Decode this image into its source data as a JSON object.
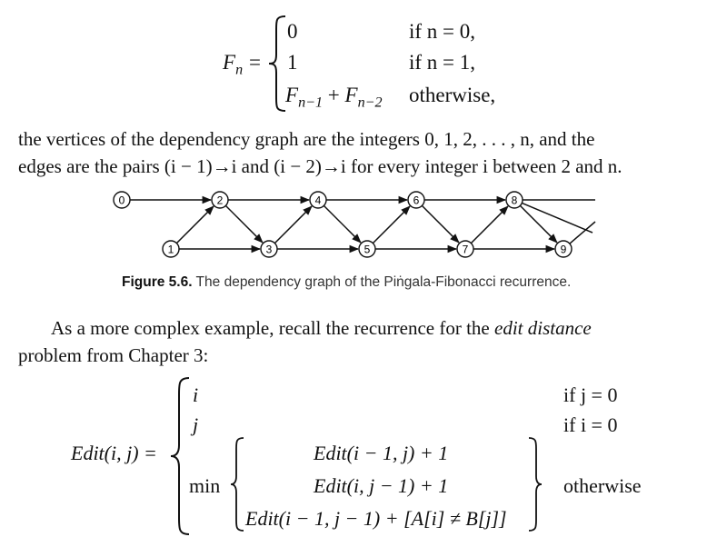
{
  "fib_recurrence": {
    "lhs_base": "F",
    "lhs_sub": "n",
    "equals": "=",
    "cases": [
      {
        "expr": "0",
        "cond": "if n = 0,"
      },
      {
        "expr": "1",
        "cond": "if n = 1,"
      },
      {
        "expr_a": "F",
        "sub_a": "n−1",
        "plus": " + ",
        "expr_b": "F",
        "sub_b": "n−2",
        "cond": "otherwise,"
      }
    ]
  },
  "paragraph1": {
    "line1": "the vertices of the dependency graph are the integers 0, 1, 2, . . . , n, and the",
    "line2": "edges are the pairs (i − 1)→i and (i − 2)→i for every integer i between 2 and n."
  },
  "graph": {
    "nodes_top": [
      "0",
      "2",
      "4",
      "6",
      "8"
    ],
    "nodes_bottom": [
      "1",
      "3",
      "5",
      "7",
      "9"
    ]
  },
  "figure_caption": {
    "label": "Figure 5.6.",
    "text": " The dependency graph of the Piṅgala-Fibonacci recurrence."
  },
  "paragraph2": {
    "line1_pre": "As a more complex example, recall the recurrence for the ",
    "line1_em": "edit distance",
    "line2": "problem from Chapter 3:"
  },
  "edit_recurrence": {
    "lhs": "Edit(i, j) =",
    "case1_expr": "i",
    "case1_cond": "if j = 0",
    "case2_expr": "j",
    "case2_cond": "if i = 0",
    "min_label": "min",
    "min_terms": [
      "Edit(i − 1, j) + 1",
      "Edit(i, j − 1) + 1",
      "Edit(i − 1, j − 1) + [A[i] ≠ B[j]]"
    ],
    "case3_cond": "otherwise"
  }
}
